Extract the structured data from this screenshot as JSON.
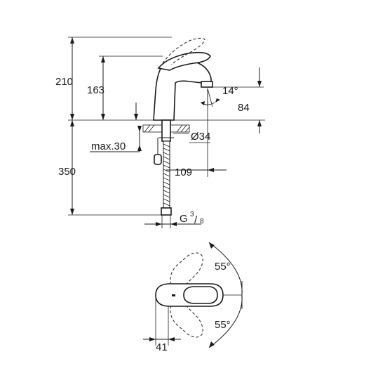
{
  "side_view": {
    "dim_total_height": "210",
    "dim_spout_height": "163",
    "dim_outlet_height": "84",
    "dim_angle": "14°",
    "dim_diameter": "Ø34",
    "dim_max_thickness": "max.30",
    "dim_below_counter": "350",
    "dim_reach": "109",
    "dim_thread": "G",
    "dim_thread_num": "3",
    "dim_thread_den": "8"
  },
  "top_view": {
    "dim_angle_upper": "55°",
    "dim_angle_lower": "55°",
    "dim_offset": "41"
  }
}
